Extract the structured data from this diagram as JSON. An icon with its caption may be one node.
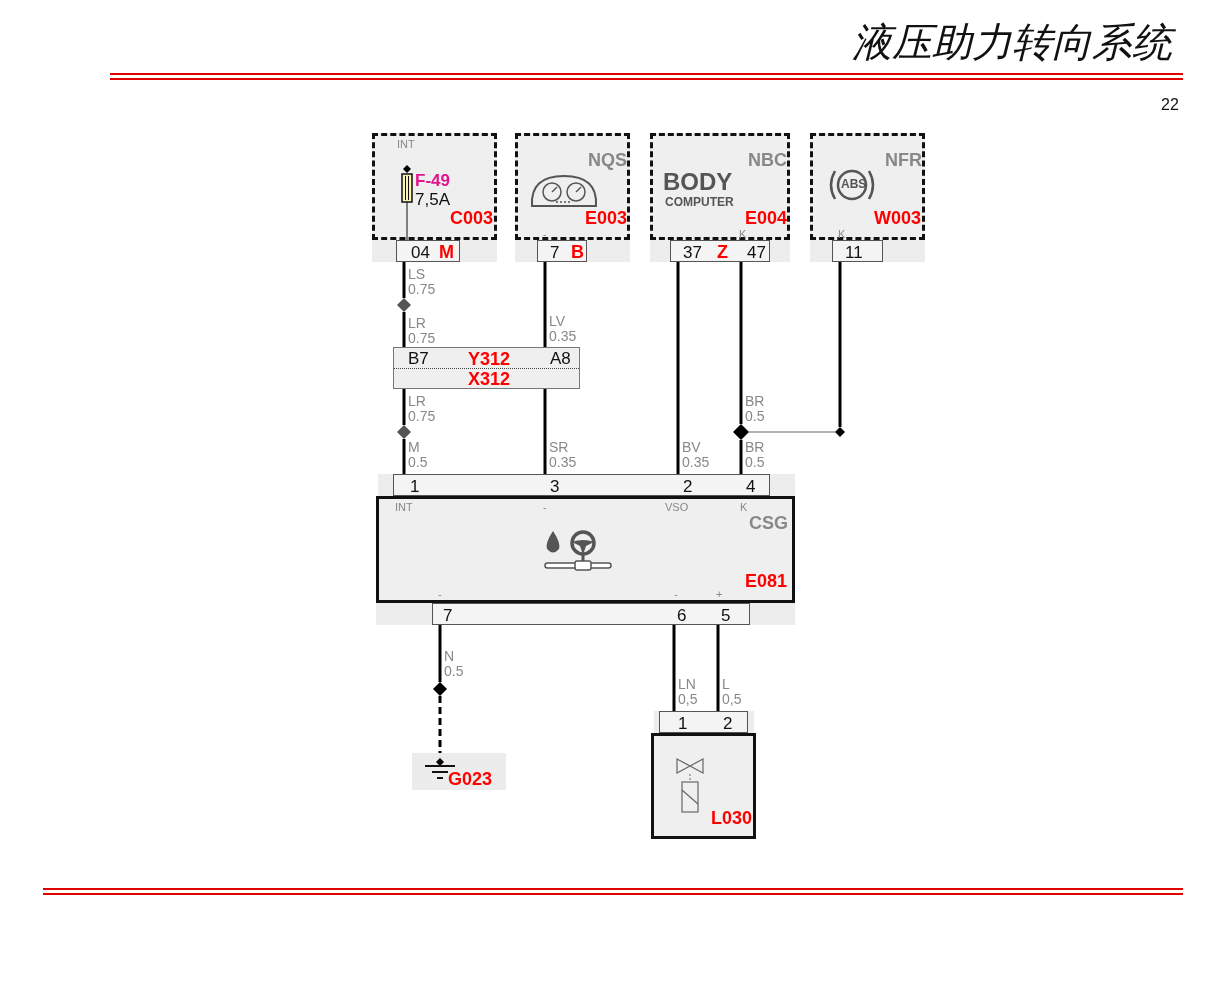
{
  "diagram": {
    "title": "液压助力转向系统",
    "nodes": [
      {
        "text": [
          "INT",
          "F-49",
          "7,5A",
          "C003"
        ]
      },
      {
        "text": [
          "NQS",
          "E003"
        ]
      },
      {
        "text": [
          "BODY",
          "COMPUTER",
          "NBC",
          "E004"
        ]
      },
      {
        "text": [
          "NFR",
          "ABS",
          "W003"
        ]
      },
      {
        "text": [
          "04",
          "M"
        ]
      },
      {
        "text": [
          "7",
          "B"
        ],
        "beside": [
          "-"
        ]
      },
      {
        "text": [
          "37",
          "Z",
          "47"
        ],
        "beside": [
          "K"
        ]
      },
      {
        "text": [
          "11"
        ],
        "beside": [
          "K"
        ]
      },
      {
        "text": [],
        "shape": "diamond"
      },
      {
        "text": [
          "B7",
          "Y312",
          "A8",
          "X312"
        ]
      },
      {
        "text": [],
        "shape": "diamond"
      },
      {
        "text": [],
        "shape": "diamond"
      },
      {
        "text": [],
        "shape": "diamond"
      },
      {
        "text": [
          "1",
          "3",
          "2",
          "4"
        ]
      },
      {
        "text": [
          "INT",
          "-",
          "VSO",
          "K",
          "CSG",
          "E081",
          "-",
          "-",
          "+"
        ]
      },
      {
        "text": [
          "7",
          "6",
          "5"
        ]
      },
      {
        "text": [],
        "shape": "diamond"
      },
      {
        "text": [
          "G023"
        ]
      },
      {
        "text": [
          "1",
          "2"
        ]
      },
      {
        "text": [
          "L030"
        ]
      }
    ],
    "edges": [
      {
        "from": 4,
        "to": 8,
        "arrow": "none",
        "label": "LS 0.75"
      },
      {
        "from": 8,
        "to": 9,
        "arrow": "none",
        "label": "LR 0.75"
      },
      {
        "from": 9,
        "to": 10,
        "arrow": "none",
        "label": "LR 0.75"
      },
      {
        "from": 10,
        "to": 13,
        "arrow": "none",
        "label": "M 0.5"
      },
      {
        "from": 5,
        "to": 9,
        "arrow": "none",
        "label": "LV 0.35"
      },
      {
        "from": 9,
        "to": 13,
        "arrow": "none",
        "label": "SR 0.35"
      },
      {
        "from": 6,
        "to": 13,
        "arrow": "none",
        "label": "BV 0.35"
      },
      {
        "from": 6,
        "to": 11,
        "arrow": "none",
        "label": "BR 0.5"
      },
      {
        "from": 11,
        "to": 13,
        "arrow": "none",
        "label": "BR 0.5"
      },
      {
        "from": 7,
        "to": 12,
        "arrow": "none"
      },
      {
        "from": 12,
        "to": 11,
        "arrow": "none",
        "color": "#666666"
      },
      {
        "from": 15,
        "to": 16,
        "arrow": "none",
        "label": "N 0.5"
      },
      {
        "from": 16,
        "to": 17,
        "arrow": "none",
        "style": "dashed"
      },
      {
        "from": 15,
        "to": 18,
        "arrow": "none",
        "label": "LN 0,5"
      },
      {
        "from": 15,
        "to": 18,
        "arrow": "none",
        "label": "L 0,5"
      }
    ],
    "labels": [
      "22"
    ]
  }
}
